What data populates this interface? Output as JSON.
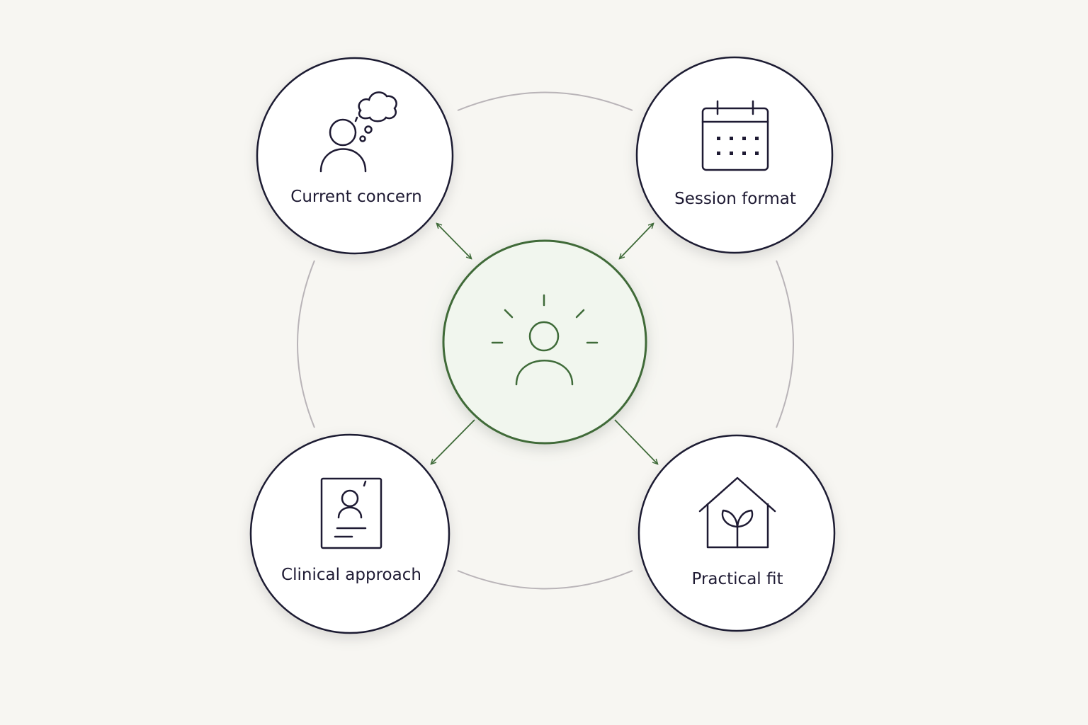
{
  "diagram": {
    "center": {
      "icon": "person-radiating-icon"
    },
    "nodes": [
      {
        "id": "current-concern",
        "label": "Current concern",
        "icon": "person-thought-bubble-icon"
      },
      {
        "id": "session-format",
        "label": "Session format",
        "icon": "calendar-icon"
      },
      {
        "id": "clinical-approach",
        "label": "Clinical approach",
        "icon": "profile-document-icon"
      },
      {
        "id": "practical-fit",
        "label": "Practical fit",
        "icon": "house-sprout-icon"
      }
    ]
  },
  "colors": {
    "background": "#f7f6f2",
    "node_stroke": "#1e1a33",
    "node_fill": "#ffffff",
    "center_stroke": "#3f6b39",
    "center_fill": "#f1f6ee",
    "arrow": "#3f6b39",
    "ring": "#b9b4b8"
  }
}
